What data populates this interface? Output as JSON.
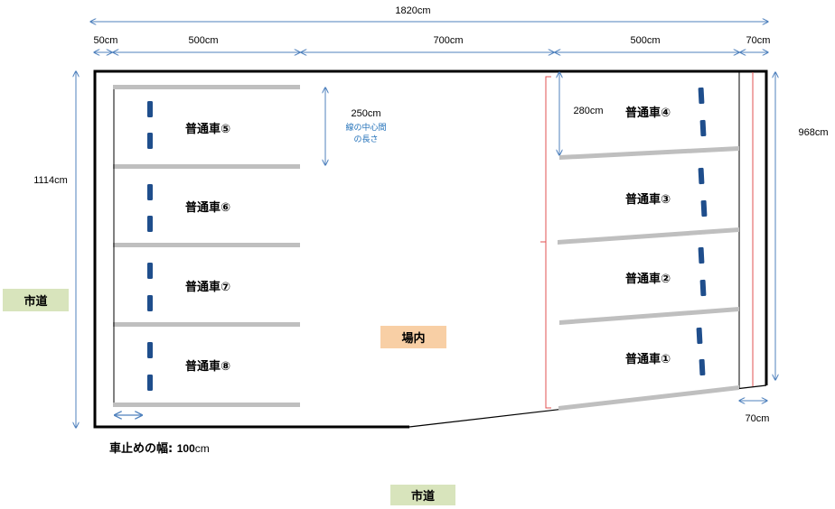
{
  "dimensions": {
    "total_width": "1820cm",
    "seg_left_margin": "50cm",
    "seg_left_block": "500cm",
    "seg_center": "700cm",
    "seg_right_block": "500cm",
    "seg_right_margin": "70cm",
    "total_height_left": "1114cm",
    "total_height_right": "968cm",
    "slot_pitch_left": "250cm",
    "slot_pitch_note_line1": "線の中心間",
    "slot_pitch_note_line2": "の長さ",
    "slot_pitch_right": "280cm",
    "bottom_right_margin": "70cm"
  },
  "labels": {
    "road_left": "市道",
    "road_bottom": "市道",
    "inside": "場内",
    "stopper_label": "車止めの幅:",
    "stopper_value": "100",
    "stopper_unit": "cm"
  },
  "slots_left": [
    "普通車⑤",
    "普通車⑥",
    "普通車⑦",
    "普通車⑧"
  ],
  "slots_right": [
    "普通車④",
    "普通車③",
    "普通車②",
    "普通車①"
  ],
  "colors": {
    "dim_line": "#4f81bd",
    "parking_line": "#bfbfbf",
    "wheel_stop": "#1f4e8c",
    "red_guide": "#e05050",
    "road_fill": "#d8e4bc",
    "inside_fill": "#f8cfa5"
  }
}
